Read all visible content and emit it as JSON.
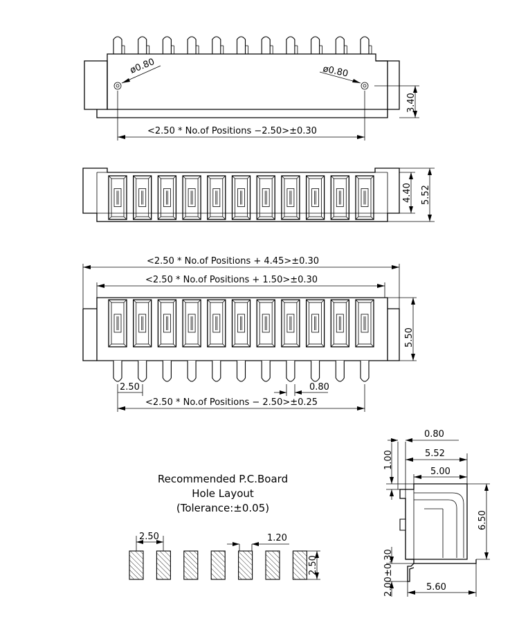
{
  "top_view": {
    "hole_dia_left": "ø0.80",
    "hole_dia_right": "ø0.80",
    "height_dim": "3.40",
    "span_dim": "<2.50  *  No.of  Positions  −2.50>±0.30"
  },
  "front_view": {
    "inner_height": "4.40",
    "outer_height": "5.52"
  },
  "bottom_view": {
    "overall_dim": "<2.50  *  No.of  Positions  +  4.45>±0.30",
    "body_dim": "<2.50  *  No.of  Positions  +  1.50>±0.30",
    "height_dim": "5.50",
    "pitch_dim": "2.50",
    "pin_width_dim": "0.80",
    "pin_span_dim": "<2.50  *  No.of  Positions  −  2.50>±0.25"
  },
  "pcb_layout": {
    "title_line1": "Recommended  P.C.Board",
    "title_line2": "Hole  Layout",
    "title_line3": "(Tolerance:±0.05)",
    "pitch_dim": "2.50",
    "gap_dim": "1.20",
    "pad_height_dim": "2.50"
  },
  "side_view": {
    "top_offset_dim": "0.80",
    "top_height_dim": "1.00",
    "overall_width_dim": "5.52",
    "inner_width_dim": "5.00",
    "height_dim": "6.50",
    "pin_length_dim": "2.00±0.30",
    "base_width_dim": "5.60"
  }
}
